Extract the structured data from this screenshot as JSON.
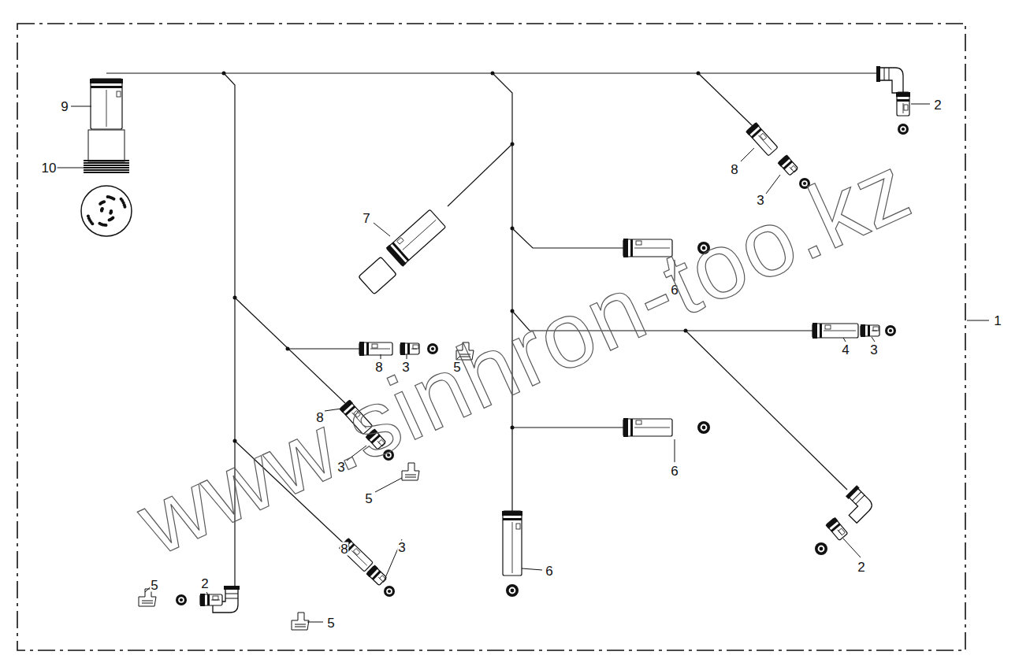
{
  "diagram": {
    "labels": [
      "9",
      "10",
      "7",
      "8",
      "3",
      "2",
      "1",
      "6",
      "8",
      "3",
      "5",
      "4",
      "3",
      "8",
      "3",
      "5",
      "6",
      "8",
      "3",
      "6",
      "2",
      "5",
      "2",
      "5",
      "www.sinhron-too.kz"
    ]
  }
}
